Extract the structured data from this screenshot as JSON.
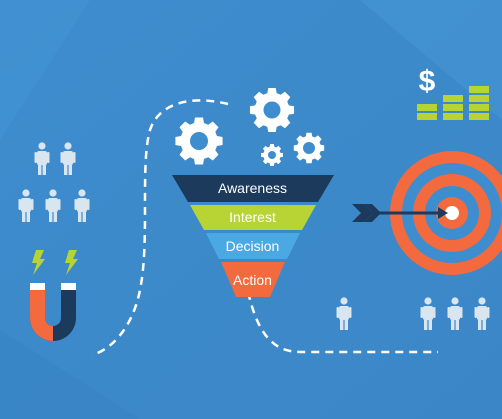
{
  "colors": {
    "background": "#3f8fcf",
    "background_light": "#4d9fdd",
    "navy": "#1c3a5c",
    "green": "#b7d334",
    "light_blue": "#4aa9e3",
    "orange": "#f26a3d",
    "white": "#ffffff",
    "person": "#d9e5ef"
  },
  "funnel": {
    "stages": [
      {
        "label": "Awareness",
        "color": "#1c3a5c"
      },
      {
        "label": "Interest",
        "color": "#b7d334"
      },
      {
        "label": "Decision",
        "color": "#4aa9e3"
      },
      {
        "label": "Action",
        "color": "#f26a3d"
      }
    ]
  },
  "money": {
    "symbol": "$"
  },
  "icons": [
    "person-icon",
    "magnet-icon",
    "lightning-icon",
    "gear-icon",
    "arrow-icon",
    "target-icon",
    "dollar-sign-icon",
    "money-stack-icon"
  ]
}
